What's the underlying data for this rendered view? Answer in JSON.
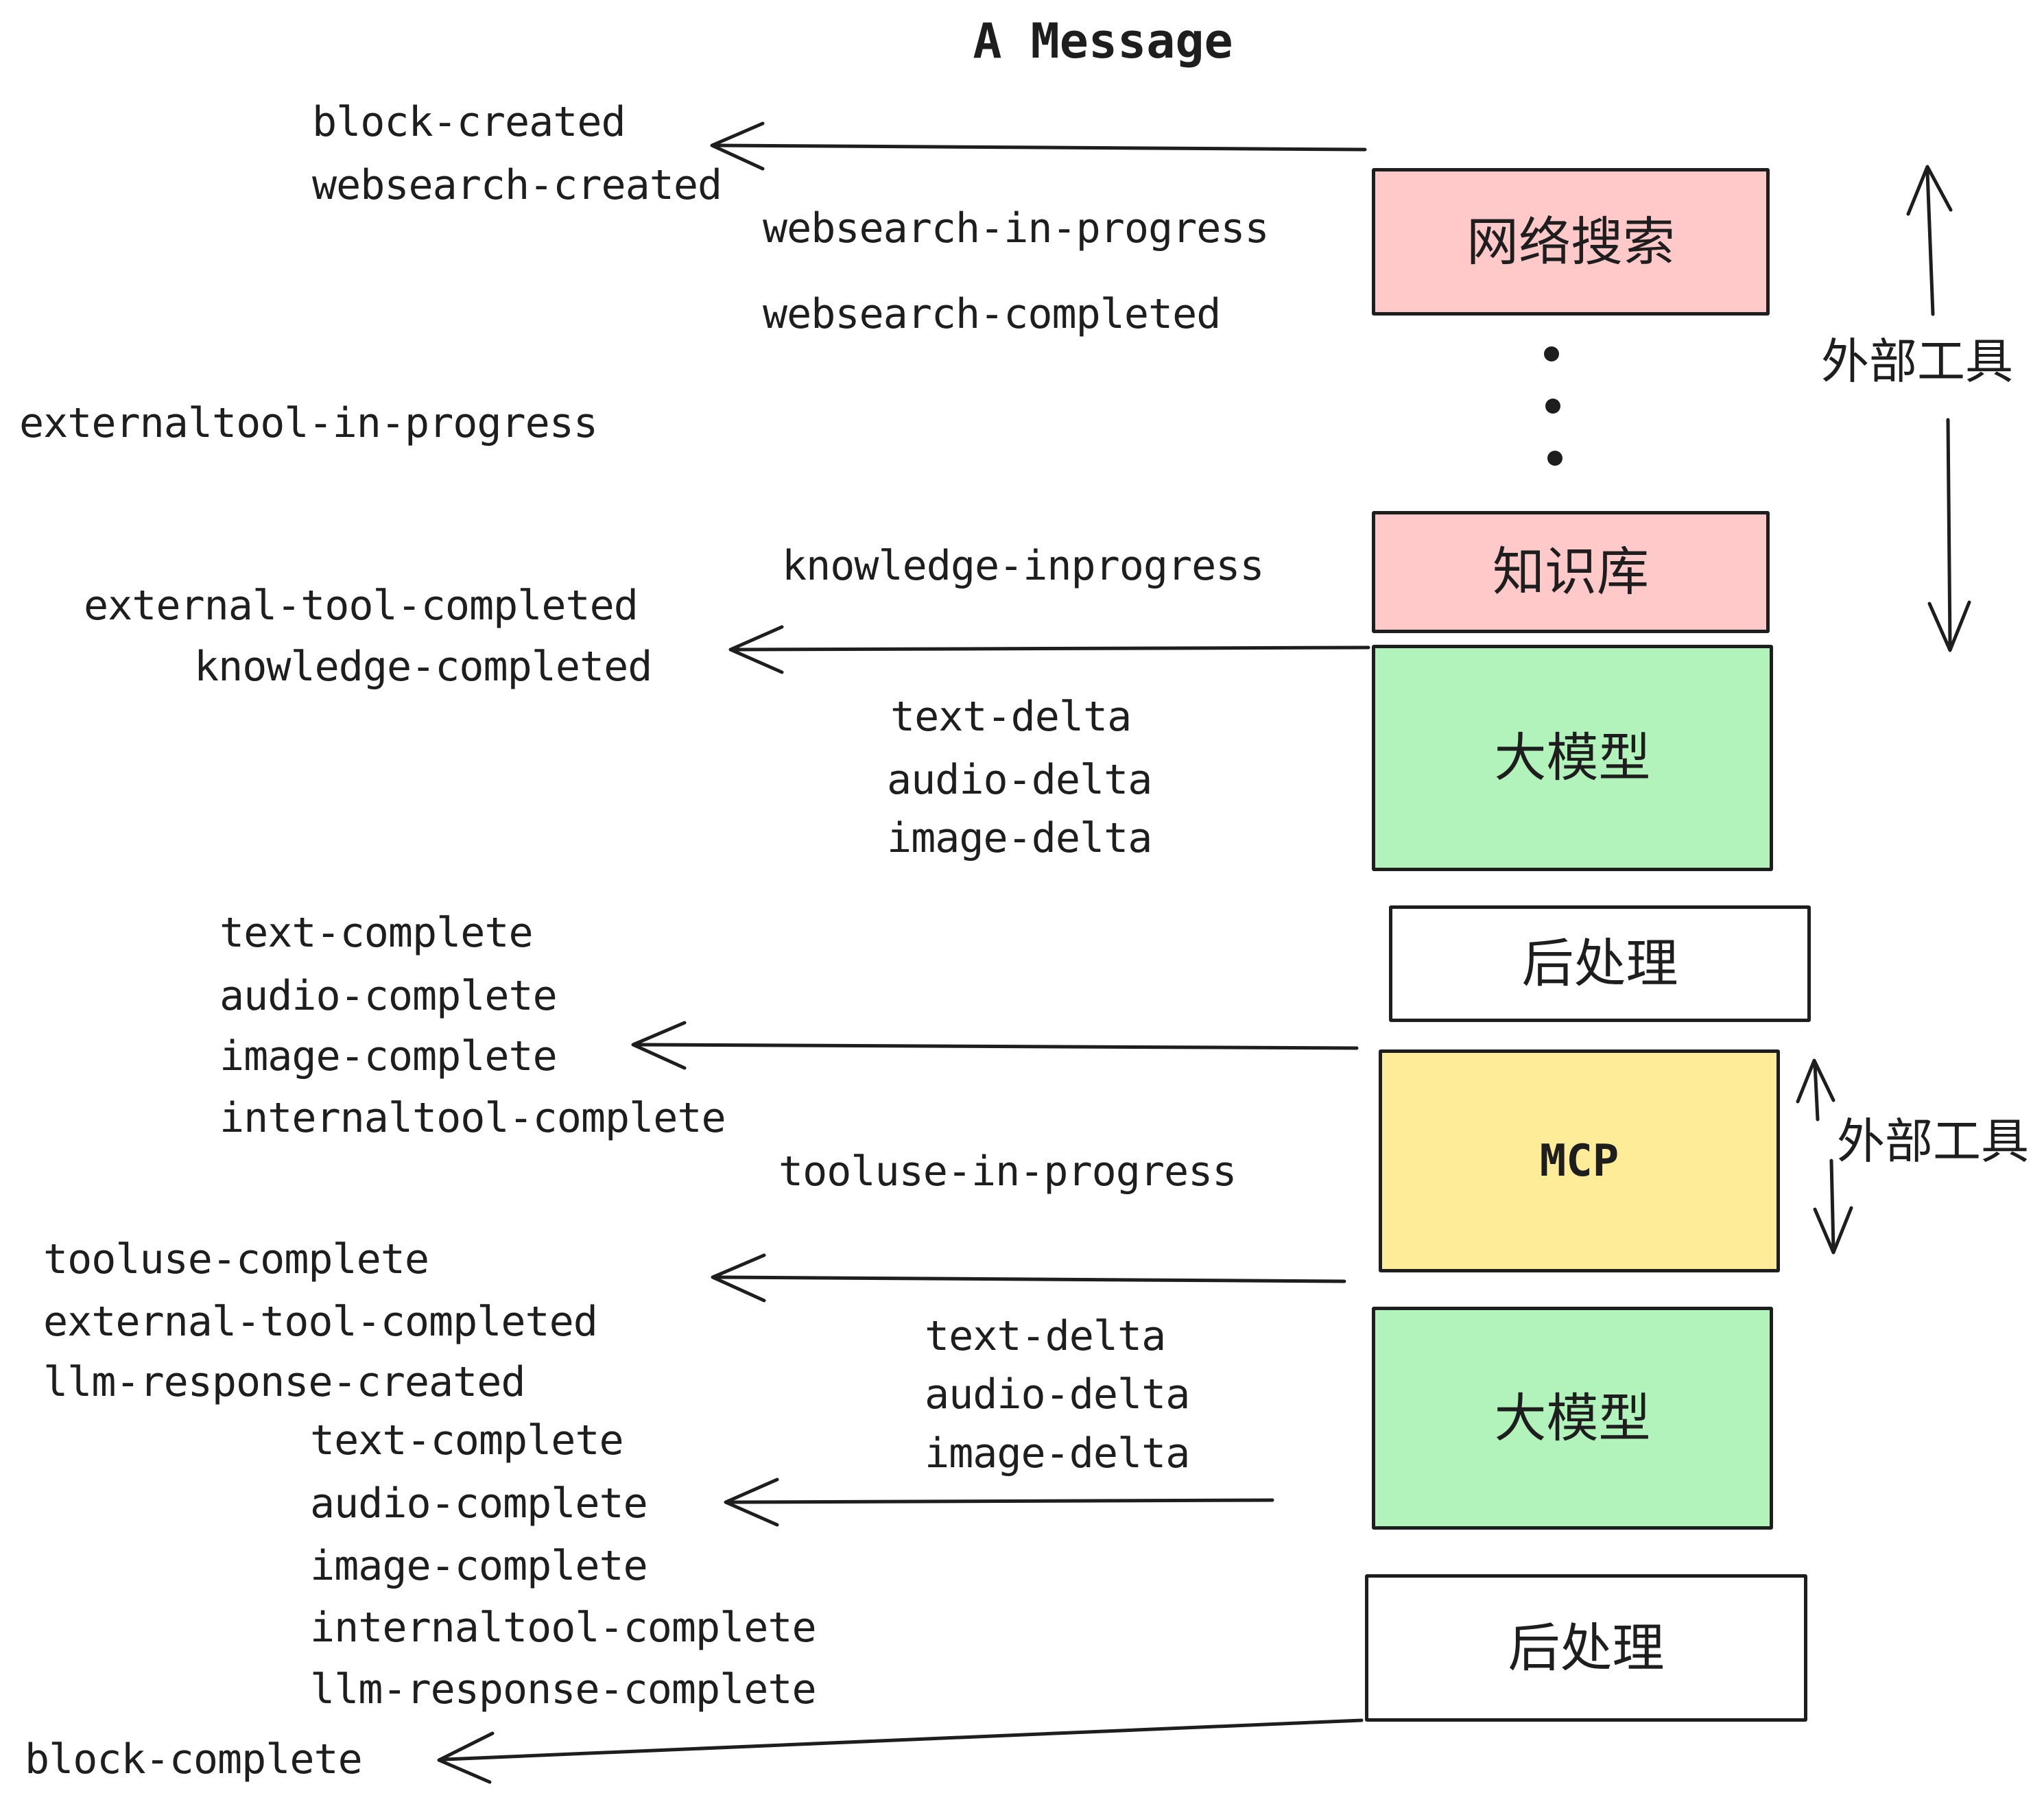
{
  "header": {
    "title": "A Message"
  },
  "colors": {
    "ink": "#1e1e1e",
    "background": "#ffffff",
    "pink": "#ffc9c9",
    "green": "#b2f2bb",
    "yellow": "#ffec99",
    "white": "#ffffff"
  },
  "events": {
    "block_created": "block-created",
    "websearch_created": "websearch-created",
    "websearch_in_progress": "websearch-in-progress",
    "websearch_completed": "websearch-completed",
    "externaltool_in_progress": "externaltool-in-progress",
    "knowledge_inprogress": "knowledge-inprogress",
    "external_tool_completed_1": "external-tool-completed",
    "knowledge_completed": "knowledge-completed",
    "text_delta_1": "text-delta",
    "audio_delta_1": "audio-delta",
    "image_delta_1": "image-delta",
    "text_complete_1": "text-complete",
    "audio_complete_1": "audio-complete",
    "image_complete_1": "image-complete",
    "internaltool_complete_1": "internaltool-complete",
    "tooluse_in_progress": "tooluse-in-progress",
    "tooluse_complete": "tooluse-complete",
    "external_tool_completed_2": "external-tool-completed",
    "llm_response_created": "llm-response-created",
    "text_delta_2": "text-delta",
    "audio_delta_2": "audio-delta",
    "image_delta_2": "image-delta",
    "text_complete_2": "text-complete",
    "audio_complete_2": "audio-complete",
    "image_complete_2": "image-complete",
    "internaltool_complete_2": "internaltool-complete",
    "llm_response_complete": "llm-response-complete",
    "block_complete": "block-complete"
  },
  "boxes": {
    "websearch": {
      "label": "网络搜索",
      "color": "#ffc9c9"
    },
    "knowledge": {
      "label": "知识库",
      "color": "#ffc9c9"
    },
    "llm_top": {
      "label": "大模型",
      "color": "#b2f2bb"
    },
    "post_top": {
      "label": "后处理",
      "color": "#ffffff"
    },
    "mcp": {
      "label": "MCP",
      "color": "#ffec99"
    },
    "llm_bottom": {
      "label": "大模型",
      "color": "#b2f2bb"
    },
    "post_bottom": {
      "label": "后处理",
      "color": "#ffffff"
    }
  },
  "annotations": {
    "external_tools_top": "外部工具",
    "external_tools_mcp": "外部工具"
  }
}
